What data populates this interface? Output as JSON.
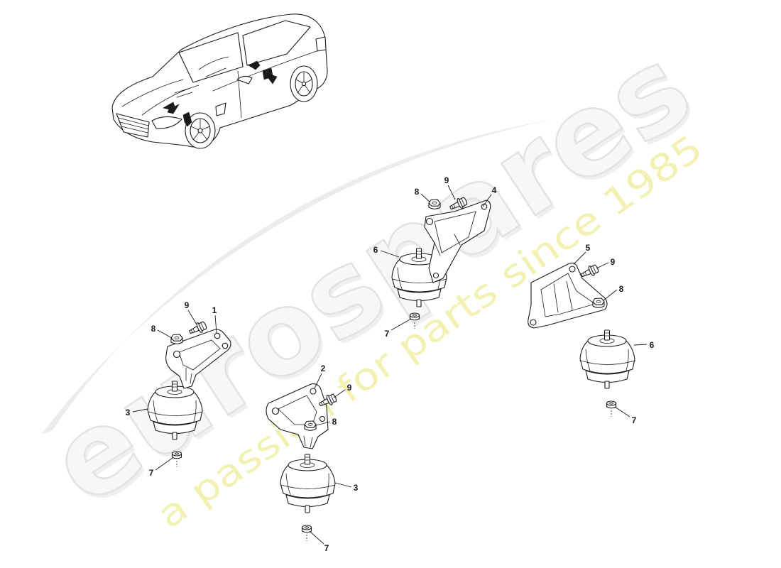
{
  "watermark": {
    "brand": "eurospares",
    "tagline": "a passion for parts since 1985"
  },
  "callouts": {
    "left_assembly": {
      "bolt": "9",
      "bracket": "1",
      "nut": "8",
      "mount": "3",
      "washer": "7"
    },
    "center_assembly": {
      "bracket": "2",
      "bolt": "9",
      "nut": "8",
      "mount": "3",
      "washer": "7"
    },
    "upper_assembly": {
      "nut": "8",
      "bolt": "9",
      "bracket": "4",
      "mount": "6",
      "washer": "7"
    },
    "right_assembly": {
      "bracket": "5",
      "bolt": "9",
      "nut": "8",
      "mount": "6",
      "washer": "7"
    }
  },
  "colors": {
    "line": "#1a1a1a",
    "background": "#ffffff",
    "watermark_outline": "#e2e2e2",
    "watermark_swoosh": "#ececec",
    "tagline": "#f3f1b2"
  }
}
